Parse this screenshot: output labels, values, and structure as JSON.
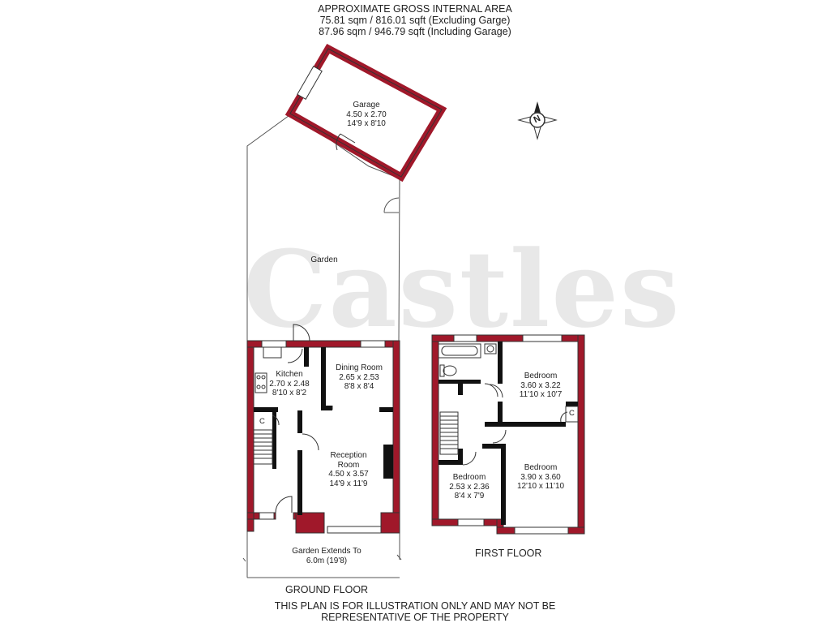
{
  "header": {
    "line1": "APPROXIMATE GROSS INTERNAL AREA",
    "line2": "75.81 sqm / 816.01 sqft (Excluding Garge)",
    "line3": "87.96 sqm / 946.79 sqft (Including Garage)"
  },
  "watermark": "Castles",
  "colors": {
    "wall": "#a0182a",
    "outline": "#333333",
    "background": "#ffffff"
  },
  "compass": {
    "icon": "compass-north-icon",
    "letter": "N"
  },
  "ground_floor": {
    "caption": "GROUND FLOOR",
    "rooms": [
      {
        "name": "Garage",
        "metric": "4.50 x 2.70",
        "imperial": "14'9 x 8'10"
      },
      {
        "name": "Garden"
      },
      {
        "name": "Kitchen",
        "metric": "2.70 x 2.48",
        "imperial": "8'10 x 8'2"
      },
      {
        "name": "Dining Room",
        "metric": "2.65 x 2.53",
        "imperial": "8'8 x 8'4"
      },
      {
        "name": "Reception Room",
        "metric": "4.50 x 3.57",
        "imperial": "14'9 x 11'9"
      }
    ],
    "cupboard": "C",
    "garden_extends": {
      "line1": "Garden Extends To",
      "line2": "6.0m (19'8)"
    }
  },
  "first_floor": {
    "caption": "FIRST FLOOR",
    "rooms": [
      {
        "name": "Bedroom",
        "metric": "3.60 x 3.22",
        "imperial": "11'10 x 10'7"
      },
      {
        "name": "Bedroom",
        "metric": "3.90 x 3.60",
        "imperial": "12'10 x 11'10"
      },
      {
        "name": "Bedroom",
        "metric": "2.53 x 2.36",
        "imperial": "8'4 x 7'9"
      }
    ],
    "cupboard": "C"
  },
  "disclaimer": {
    "line1": "THIS PLAN IS FOR ILLUSTRATION ONLY AND MAY NOT BE",
    "line2": "REPRESENTATIVE OF THE PROPERTY"
  }
}
